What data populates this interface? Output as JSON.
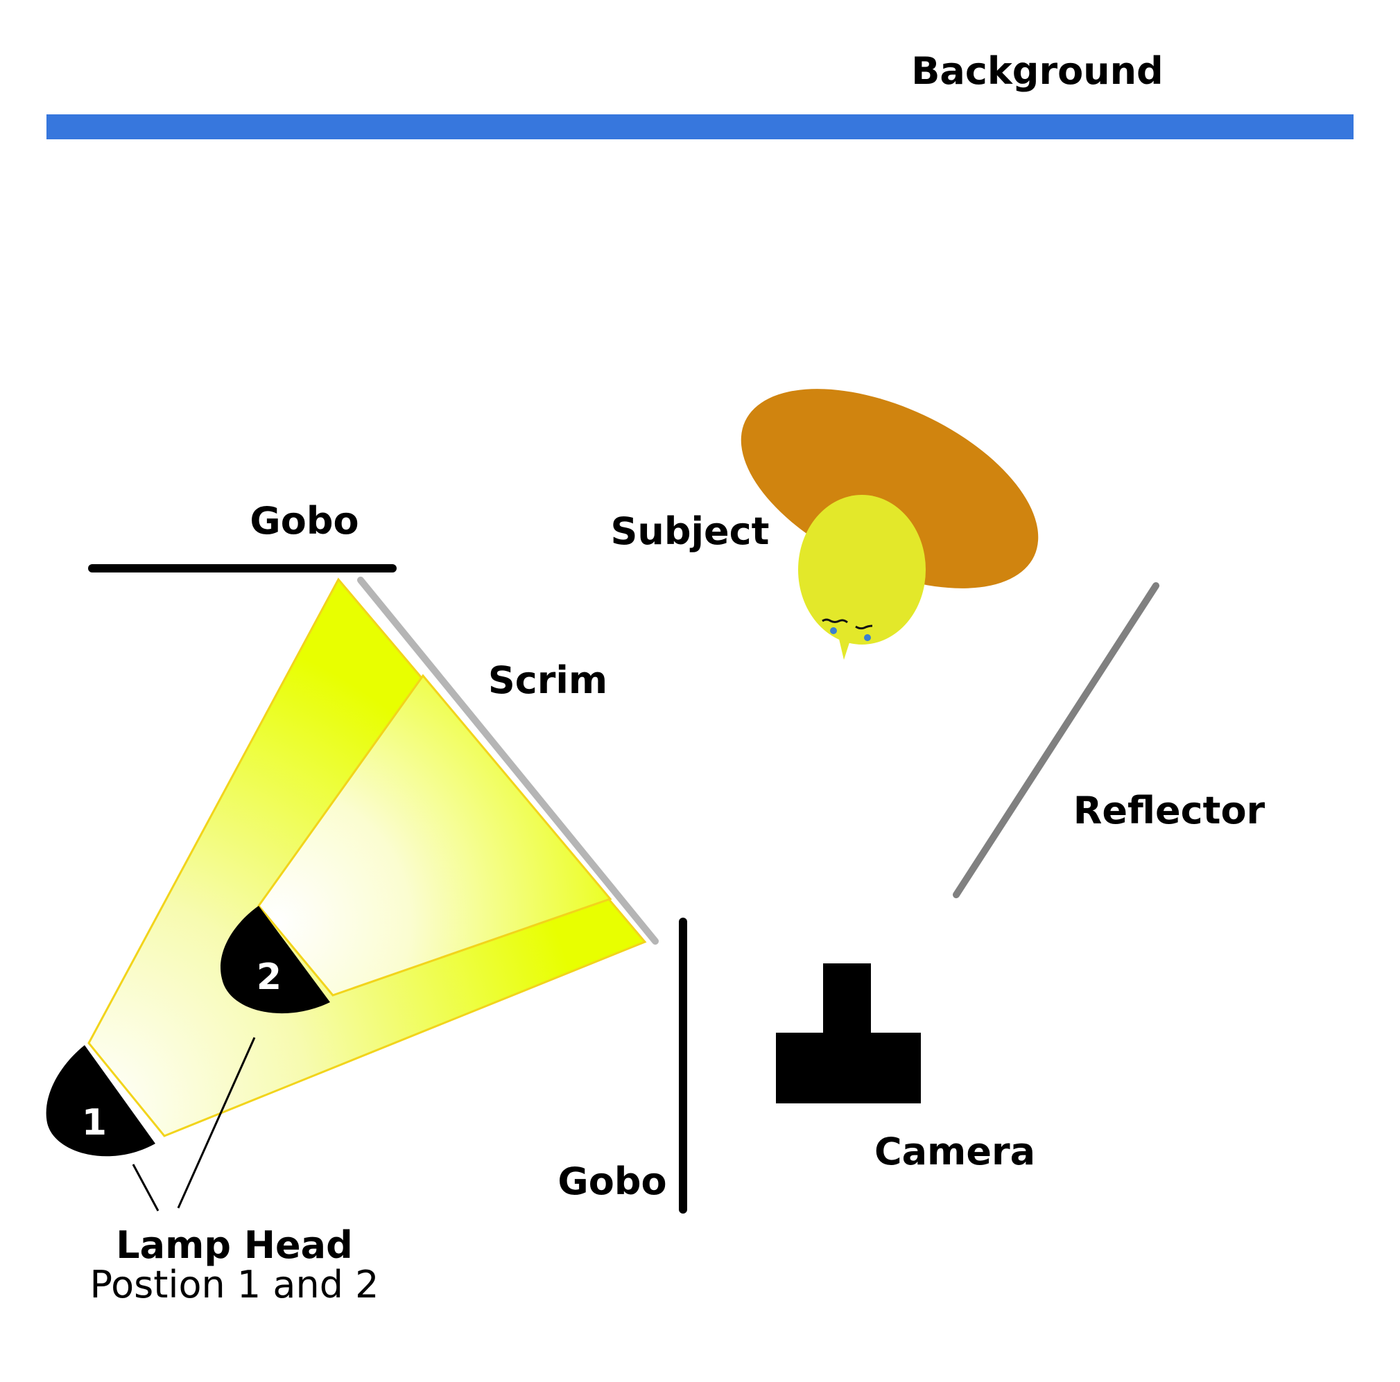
{
  "labels": {
    "background": "Background",
    "gobo_top": "Gobo",
    "subject": "Subject",
    "scrim": "Scrim",
    "reflector": "Reflector",
    "camera": "Camera",
    "gobo_bottom": "Gobo",
    "lamp_head": "Lamp Head",
    "lamp_positions": "Postion 1 and 2"
  },
  "lamps": [
    {
      "number": "1"
    },
    {
      "number": "2"
    }
  ],
  "colors": {
    "background_bar": "#3777DD",
    "light_beam": "#E8FF00",
    "beam_edge": "#F2D41C",
    "scrim": "#B5B5B5",
    "reflector": "#808080",
    "subject_body": "#D0840F",
    "subject_head": "#E3E82A",
    "gobo": "#000000",
    "camera": "#000000",
    "lamp": "#000000"
  }
}
